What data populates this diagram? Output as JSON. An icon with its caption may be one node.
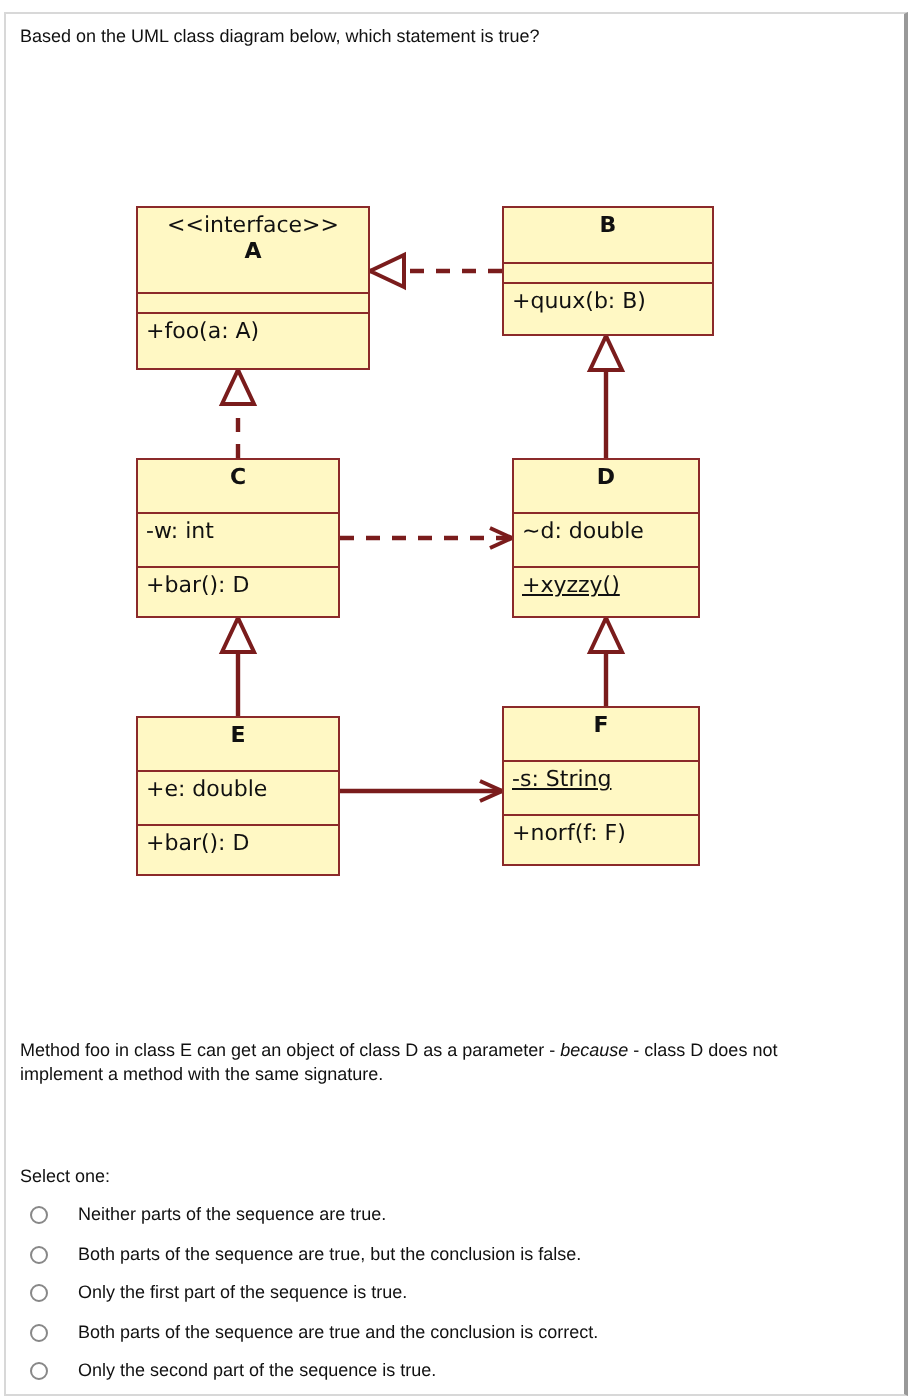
{
  "diagram": {
    "title": "Based on the UML class diagram below, which statement is true?",
    "nodes": [
      {
        "text": [
          "<<interface>>",
          "A",
          "+foo(a: A)"
        ]
      },
      {
        "text": [
          "B",
          "+quux(b: B)"
        ]
      },
      {
        "text": [
          "C",
          "-w: int",
          "+bar(): D"
        ]
      },
      {
        "text": [
          "D",
          "~d: double",
          "+xyzzy()"
        ]
      },
      {
        "text": [
          "E",
          "+e: double",
          "+bar(): D"
        ]
      },
      {
        "text": [
          "F",
          "-s: String",
          "+norf(f: F)"
        ]
      }
    ],
    "edges": [
      {
        "from": 1,
        "to": 0,
        "arrow": "to",
        "style": "dashed"
      },
      {
        "from": 2,
        "to": 0,
        "arrow": "to",
        "style": "dashed"
      },
      {
        "from": 3,
        "to": 1,
        "arrow": "to"
      },
      {
        "from": 2,
        "to": 3,
        "arrow": "to",
        "style": "dashed"
      },
      {
        "from": 4,
        "to": 2,
        "arrow": "to"
      },
      {
        "from": 5,
        "to": 3,
        "arrow": "to"
      },
      {
        "from": 4,
        "to": 5,
        "arrow": "to"
      }
    ],
    "labels": [
      "Method foo in class E can get an object of class D as a parameter - *because* - class D does not implement a method with the same signature.",
      "Select one:",
      "Neither parts of the sequence are true.",
      "Both parts of the sequence are true, but the conclusion is false.",
      "Only the first part of the sequence is true.",
      "Both parts of the sequence are true and the conclusion is correct.",
      "Only the second part of the sequence is true."
    ]
  }
}
